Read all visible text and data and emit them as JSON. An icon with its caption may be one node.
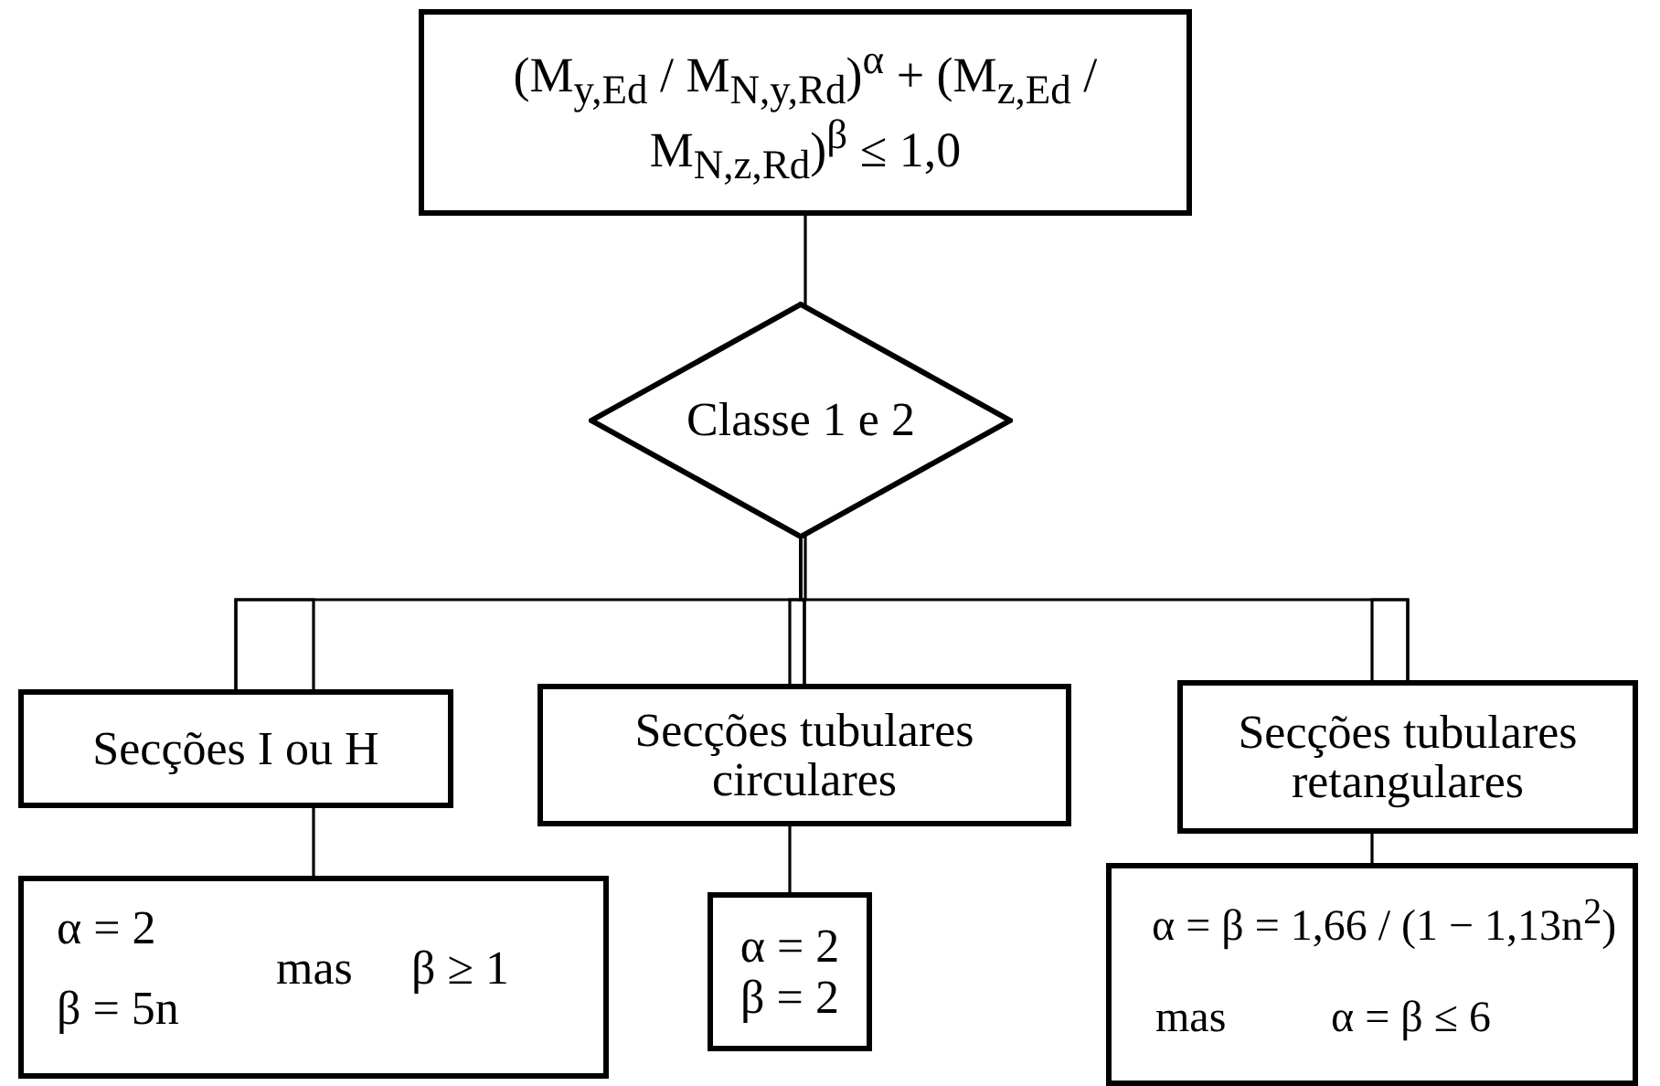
{
  "diagram": {
    "nodes": [
      {
        "text": [
          "(M$_{y,Ed}$ / M$_{N,y,Rd}$)$^{α}$ + (M$_{z,Ed}$ / M$_{N,z,Rd}$)$^{β}$ ≤ 1,0"
        ]
      },
      {
        "text": [
          "Classe 1 e 2"
        ]
      },
      {
        "text": [
          "Secções I ou H"
        ]
      },
      {
        "text": [
          "Secções tubulares circulares"
        ]
      },
      {
        "text": [
          "Secções tubulares retangulares"
        ]
      },
      {
        "text": [
          "α = 2",
          "β = 5n",
          "mas",
          "β ≥ 1"
        ]
      },
      {
        "text": [
          "α = 2",
          "β = 2"
        ]
      },
      {
        "text": [
          "α = β = 1,66 / (1 − 1,13n$^{2}$)",
          "mas",
          "α = β ≤ 6"
        ]
      }
    ],
    "edges": [
      {
        "from": 0,
        "to": 1,
        "arrow": "none"
      },
      {
        "from": 1,
        "to": 2,
        "arrow": "none"
      },
      {
        "from": 1,
        "to": 3,
        "arrow": "none"
      },
      {
        "from": 1,
        "to": 4,
        "arrow": "none"
      },
      {
        "from": 2,
        "to": 5,
        "arrow": "none"
      },
      {
        "from": 3,
        "to": 6,
        "arrow": "none"
      },
      {
        "from": 4,
        "to": 7,
        "arrow": "none"
      }
    ]
  }
}
